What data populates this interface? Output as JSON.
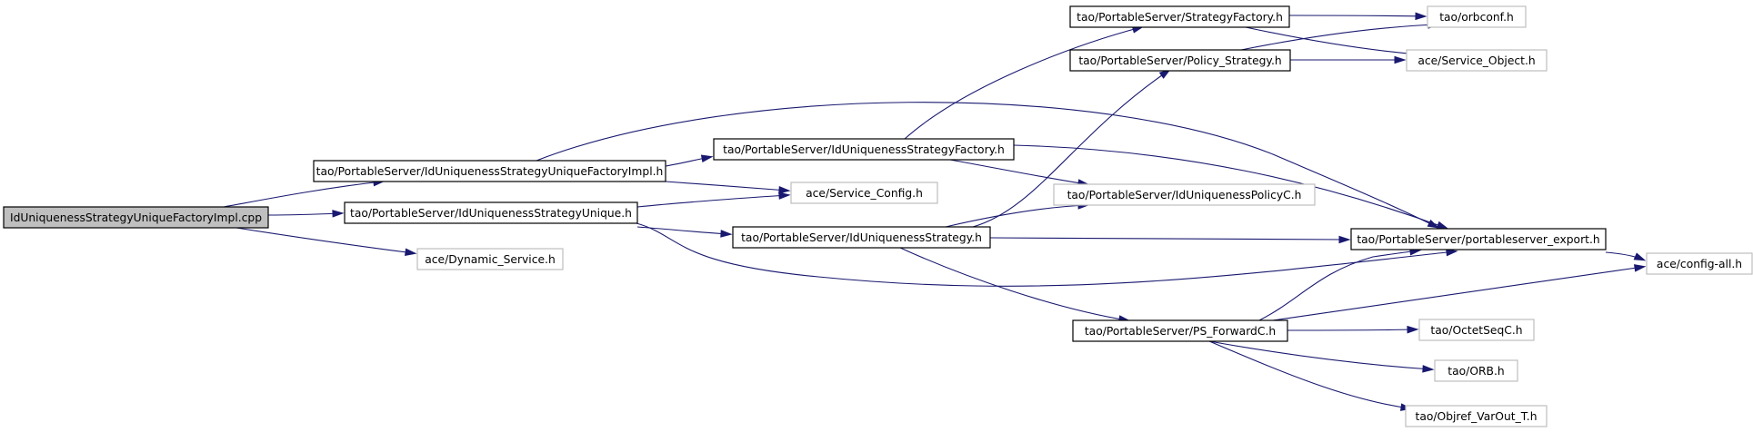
{
  "graph": {
    "title": "",
    "colors": {
      "edge": "#191970",
      "root_fill": "#bfbfbf",
      "linked_border": "#000000",
      "unlinked_border": "#bfbfbf",
      "node_fill": "#ffffff",
      "text": "#000000"
    },
    "nodes": [
      {
        "id": "n0",
        "label": "IdUniquenessStrategyUniqueFactoryImpl.cpp",
        "kind": "root"
      },
      {
        "id": "n1",
        "label": "tao/PortableServer/IdUniquenessStrategyUniqueFactoryImpl.h",
        "kind": "linked"
      },
      {
        "id": "n2",
        "label": "tao/PortableServer/IdUniquenessStrategyUnique.h",
        "kind": "linked"
      },
      {
        "id": "n3",
        "label": "ace/Dynamic_Service.h",
        "kind": "unlinked"
      },
      {
        "id": "n4",
        "label": "tao/PortableServer/IdUniquenessStrategyFactory.h",
        "kind": "linked"
      },
      {
        "id": "n5",
        "label": "ace/Service_Config.h",
        "kind": "unlinked"
      },
      {
        "id": "n6",
        "label": "tao/PortableServer/IdUniquenessStrategy.h",
        "kind": "linked"
      },
      {
        "id": "n7",
        "label": "tao/PortableServer/StrategyFactory.h",
        "kind": "linked"
      },
      {
        "id": "n8",
        "label": "tao/PortableServer/Policy_Strategy.h",
        "kind": "linked"
      },
      {
        "id": "n9",
        "label": "tao/PortableServer/IdUniquenessPolicyC.h",
        "kind": "unlinked"
      },
      {
        "id": "n10",
        "label": "tao/PortableServer/PS_ForwardC.h",
        "kind": "linked"
      },
      {
        "id": "n11",
        "label": "tao/orbconf.h",
        "kind": "unlinked"
      },
      {
        "id": "n12",
        "label": "ace/Service_Object.h",
        "kind": "unlinked"
      },
      {
        "id": "n13",
        "label": "tao/PortableServer/portableserver_export.h",
        "kind": "linked"
      },
      {
        "id": "n14",
        "label": "ace/config-all.h",
        "kind": "unlinked"
      },
      {
        "id": "n15",
        "label": "tao/OctetSeqC.h",
        "kind": "unlinked"
      },
      {
        "id": "n16",
        "label": "tao/ORB.h",
        "kind": "unlinked"
      },
      {
        "id": "n17",
        "label": "tao/Objref_VarOut_T.h",
        "kind": "unlinked"
      }
    ],
    "edges": [
      {
        "from": "n0",
        "to": "n1"
      },
      {
        "from": "n0",
        "to": "n2"
      },
      {
        "from": "n0",
        "to": "n3"
      },
      {
        "from": "n1",
        "to": "n4"
      },
      {
        "from": "n1",
        "to": "n5"
      },
      {
        "from": "n1",
        "to": "n13"
      },
      {
        "from": "n2",
        "to": "n5"
      },
      {
        "from": "n2",
        "to": "n6"
      },
      {
        "from": "n2",
        "to": "n13"
      },
      {
        "from": "n4",
        "to": "n7"
      },
      {
        "from": "n4",
        "to": "n9"
      },
      {
        "from": "n4",
        "to": "n13"
      },
      {
        "from": "n6",
        "to": "n8"
      },
      {
        "from": "n6",
        "to": "n9"
      },
      {
        "from": "n6",
        "to": "n13"
      },
      {
        "from": "n6",
        "to": "n10"
      },
      {
        "from": "n7",
        "to": "n11"
      },
      {
        "from": "n7",
        "to": "n12"
      },
      {
        "from": "n8",
        "to": "n11"
      },
      {
        "from": "n8",
        "to": "n12"
      },
      {
        "from": "n13",
        "to": "n14"
      },
      {
        "from": "n10",
        "to": "n13"
      },
      {
        "from": "n10",
        "to": "n14"
      },
      {
        "from": "n10",
        "to": "n15"
      },
      {
        "from": "n10",
        "to": "n16"
      },
      {
        "from": "n10",
        "to": "n17"
      }
    ]
  }
}
